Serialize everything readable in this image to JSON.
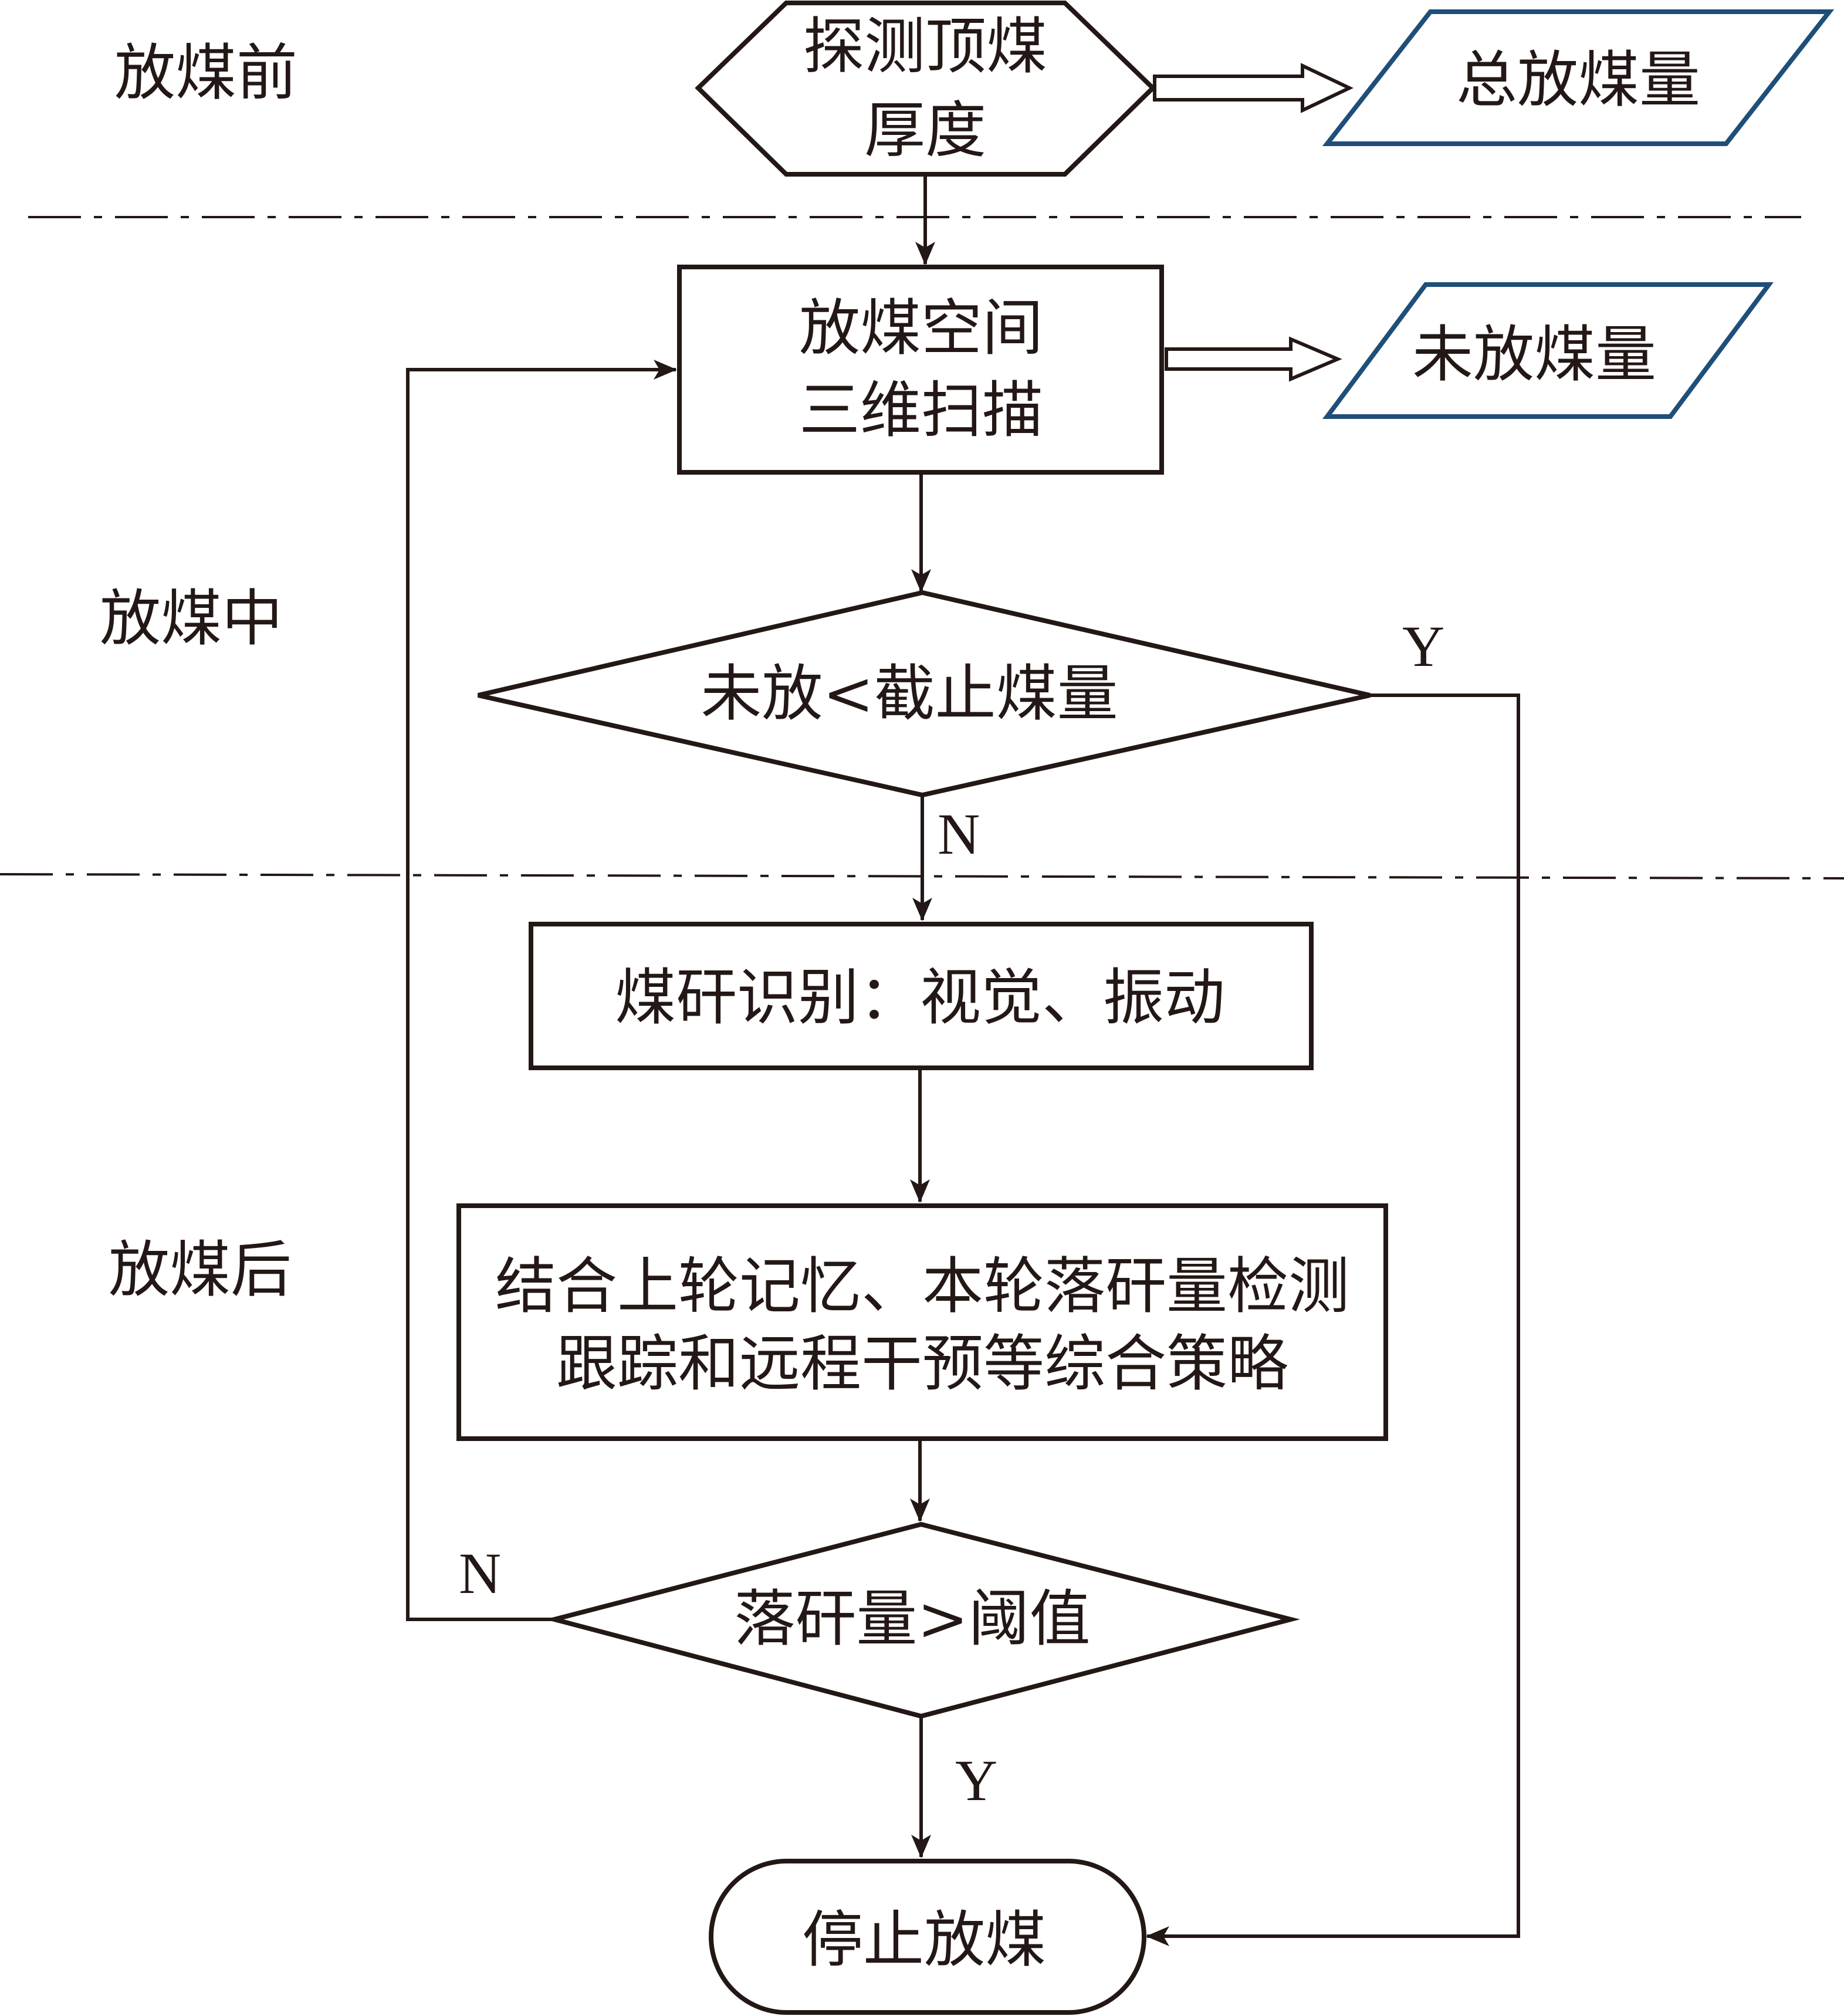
{
  "phases": {
    "before": "放煤前",
    "during": "放煤中",
    "after": "放煤后"
  },
  "nodes": {
    "detect": [
      "探测顶煤",
      "厚度"
    ],
    "total": "总放煤量",
    "scan": [
      "放煤空间",
      "三维扫描"
    ],
    "remaining": "未放煤量",
    "decision_remaining": "未放<截止煤量",
    "identify": "煤矸识别：视觉、振动",
    "strategy": [
      "结合上轮记忆、本轮落矸量检测",
      "跟踪和远程干预等综合策略"
    ],
    "decision_gangue": "落矸量>阈值",
    "stop": "停止放煤"
  },
  "edge_labels": {
    "dec1_yes": "Y",
    "dec1_no": "N",
    "dec2_no": "N",
    "dec2_yes": "Y"
  },
  "colors": {
    "line": "#231815",
    "data_border": "#1f4e79"
  }
}
